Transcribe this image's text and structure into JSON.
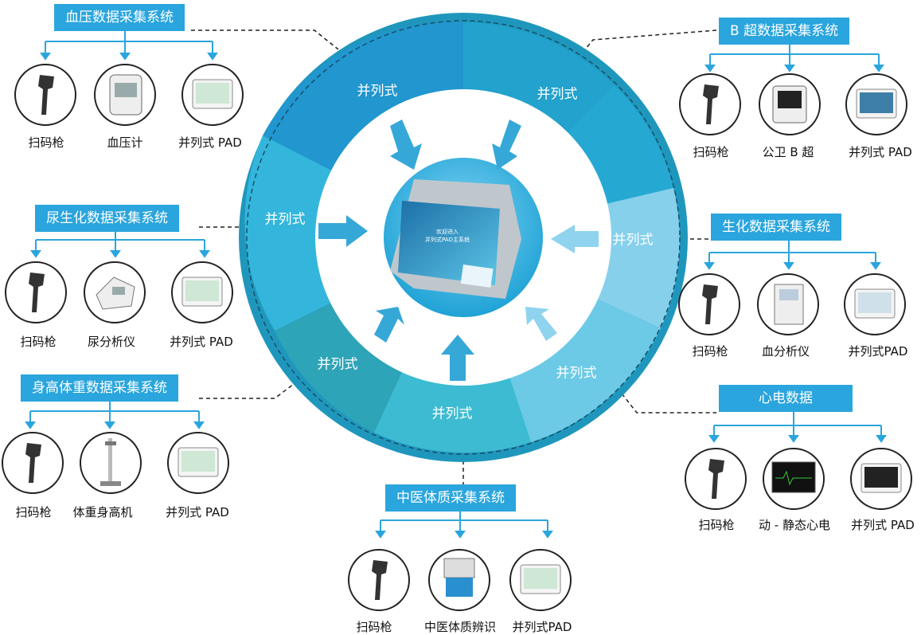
{
  "hub": {
    "parallel_label": "并列式",
    "screen_line1": "欢迎进入",
    "screen_line2": "并列式PAD主系统"
  },
  "systems": {
    "bp": {
      "title": "血压数据采集系统",
      "devices": [
        "扫码枪",
        "血压计",
        "并列式 PAD"
      ]
    },
    "bus": {
      "title": "B 超数据采集系统",
      "devices": [
        "扫码枪",
        "公卫 B 超",
        "并列式 PAD"
      ]
    },
    "urine": {
      "title": "尿生化数据采集系统",
      "devices": [
        "扫码枪",
        "尿分析仪",
        "并列式 PAD"
      ]
    },
    "bio": {
      "title": "生化数据采集系统",
      "devices": [
        "扫码枪",
        "血分析仪",
        "并列式PAD"
      ]
    },
    "body": {
      "title": "身高体重数据采集系统",
      "devices": [
        "扫码枪",
        "体重身高机",
        "并列式 PAD"
      ]
    },
    "ecg": {
      "title": "心电数据",
      "devices": [
        "扫码枪",
        "动 - 静态心电",
        "并列式 PAD"
      ]
    },
    "tcm": {
      "title": "中医体质采集系统",
      "devices": [
        "扫码枪",
        "中医体质辨识",
        "并列式PAD"
      ]
    }
  },
  "colors": {
    "accent": "#2aa5dd",
    "ring_dark": "#1c93b8",
    "arrow": "#35a8d8"
  }
}
